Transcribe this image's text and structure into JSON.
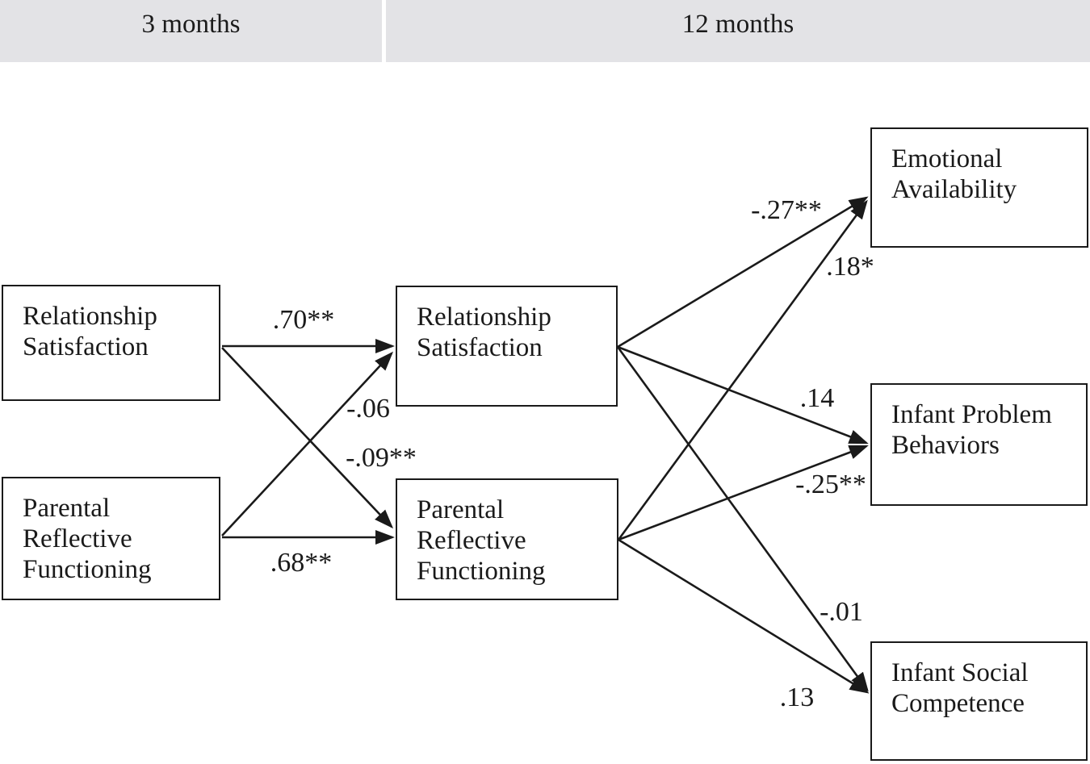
{
  "figure": {
    "type": "path-diagram",
    "timepoints": [
      {
        "id": "t3",
        "label": "3 months"
      },
      {
        "id": "t12",
        "label": "12 months"
      }
    ],
    "nodes": [
      {
        "id": "rs-3mo",
        "label": "Relationship Satisfaction",
        "timepoint": "3 months"
      },
      {
        "id": "prf-3mo",
        "label": "Parental Reflective Functioning",
        "timepoint": "3 months"
      },
      {
        "id": "rs-12mo",
        "label": "Relationship Satisfaction",
        "timepoint": "12 months"
      },
      {
        "id": "prf-12mo",
        "label": "Parental Reflective Functioning",
        "timepoint": "12 months"
      },
      {
        "id": "ea-12mo",
        "label": "Emotional Availability",
        "timepoint": "12 months"
      },
      {
        "id": "ipb-12mo",
        "label": "Infant Problem Behaviors",
        "timepoint": "12 months"
      },
      {
        "id": "isc-12mo",
        "label": "Infant Social Competence",
        "timepoint": "12 months"
      }
    ],
    "edges": [
      {
        "from": "rs-3mo",
        "to": "rs-12mo",
        "coefficient": ".70**"
      },
      {
        "from": "prf-3mo",
        "to": "rs-12mo",
        "coefficient": "-.06"
      },
      {
        "from": "rs-3mo",
        "to": "prf-12mo",
        "coefficient": "-.09**"
      },
      {
        "from": "prf-3mo",
        "to": "prf-12mo",
        "coefficient": ".68**"
      },
      {
        "from": "rs-12mo",
        "to": "ea-12mo",
        "coefficient": "-.27**"
      },
      {
        "from": "prf-12mo",
        "to": "ea-12mo",
        "coefficient": ".18*"
      },
      {
        "from": "rs-12mo",
        "to": "ipb-12mo",
        "coefficient": ".14"
      },
      {
        "from": "prf-12mo",
        "to": "ipb-12mo",
        "coefficient": "-.25**"
      },
      {
        "from": "rs-12mo",
        "to": "isc-12mo",
        "coefficient": "-.01"
      },
      {
        "from": "prf-12mo",
        "to": "isc-12mo",
        "coefficient": ".13"
      }
    ],
    "colors": {
      "header_background": "#e3e3e6",
      "box_border": "#1a1a1a",
      "text": "#1a1a1a",
      "line": "#1a1a1a",
      "background": "#ffffff"
    }
  }
}
